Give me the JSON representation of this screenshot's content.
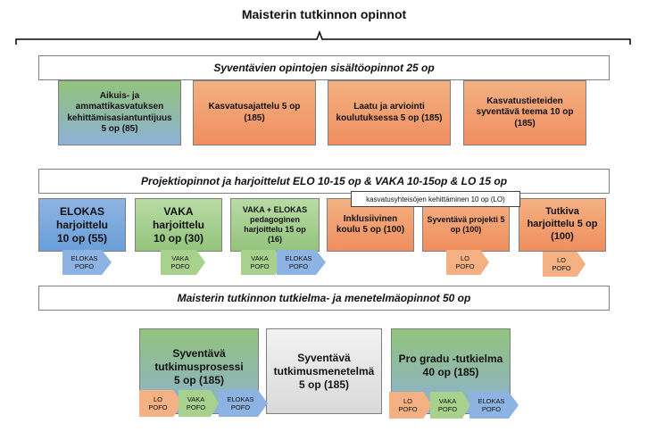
{
  "title": "Maisterin tutkinnon opinnot",
  "section1": {
    "header": "Syventävien opintojen sisältöopinnot 25 op",
    "boxes": [
      {
        "lines": [
          "Aikuis- ja",
          "ammattikasvatuksen",
          "kehittämisasiantuntijuus",
          "5 op (85)"
        ]
      },
      {
        "lines": [
          "Kasvatusajattelu 5 op",
          "(185)"
        ]
      },
      {
        "lines": [
          "Laatu ja arviointi",
          "koulutuksessa 5 op (185)"
        ]
      },
      {
        "lines": [
          "Kasvatustieteiden",
          "syventävä teema 10 op",
          "(185)"
        ]
      }
    ]
  },
  "section2": {
    "header": "Projektiopinnot ja harjoittelut ELO 10-15 op & VAKA 10-15op & LO 15 op",
    "note": "kasvatusyhteisöjen kehittäminen 10 op (LO)",
    "boxes": [
      {
        "lines": [
          "ELOKAS",
          "harjoittelu",
          "10 op (55)"
        ]
      },
      {
        "lines": [
          "VAKA",
          "harjoittelu",
          "10 op (30)"
        ]
      },
      {
        "lines": [
          "VAKA + ELOKAS",
          "pedagoginen",
          "harjoittelu 15 op",
          "(16)"
        ]
      },
      {
        "lines": [
          "Inklusiivinen",
          "koulu 5 op (100)"
        ]
      },
      {
        "lines": [
          "Syventävä projekti 5",
          "op (100)"
        ]
      },
      {
        "lines": [
          "Tutkiva",
          "harjoittelu 5 op",
          "(100)"
        ]
      }
    ]
  },
  "section3": {
    "header": "Maisterin tutkinnon tutkielma- ja menetelmäopinnot 50 op",
    "boxes": [
      {
        "lines": [
          "Syventävä",
          "tutkimusprosessi",
          "5 op (185)"
        ]
      },
      {
        "lines": [
          "Syventävä",
          "tutkimusmenetelmä",
          "5 op (185)"
        ]
      },
      {
        "lines": [
          "Pro gradu -tutkielma",
          "40 op (185)"
        ]
      }
    ]
  },
  "tags": {
    "elokas": [
      "ELOKAS",
      "POFO"
    ],
    "vaka": [
      "VAKA",
      "POFO"
    ],
    "lo": [
      "LO",
      "POFO"
    ]
  },
  "colors": {
    "orange": "#f4b183",
    "green": "#a9d18e",
    "blue": "#8db3e2",
    "greenblue_gradient": [
      "#92c47d",
      "#8eb2d9"
    ]
  }
}
